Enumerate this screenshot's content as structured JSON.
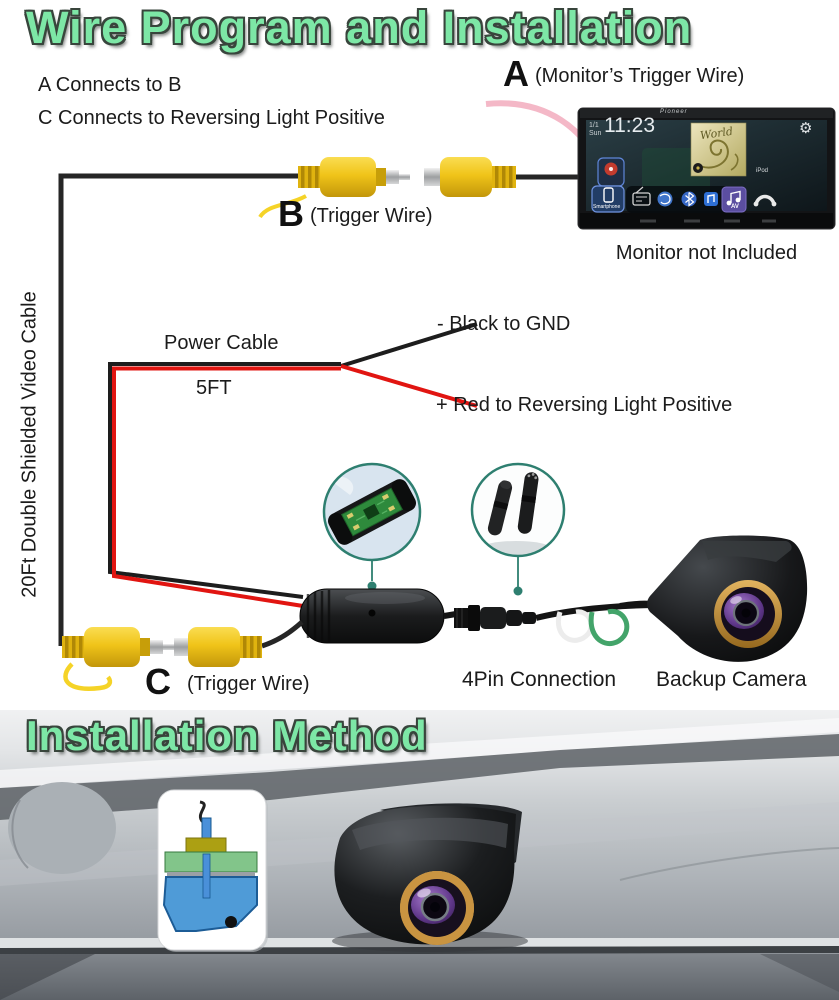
{
  "wiring": {
    "title": "Wire Program and Installation",
    "note_a": "A Connects to B",
    "note_c": "C Connects to Reversing Light Positive",
    "label_a_letter": "A",
    "label_a_text": "(Monitor’s Trigger Wire)",
    "label_b_letter": "B",
    "label_b_text": "(Trigger Wire)",
    "label_c_letter": "C",
    "label_c_text": "(Trigger Wire)",
    "video_cable": "20Ft Double Shielded Video Cable",
    "power_cable_line1": "Power Cable",
    "power_cable_line2": "5FT",
    "gnd_label": "- Black to GND",
    "reversing_label": "+ Red to Reversing Light Positive",
    "monitor_caption": "Monitor not Included",
    "fourpin_label": "4Pin Connection",
    "backup_camera_label": "Backup Camera"
  },
  "monitor_screen": {
    "brand": "Pioneer",
    "date_day": "1/1",
    "date_weekday": "Sun",
    "time": "11:23",
    "album_title": "World",
    "ipod_label": "iPod",
    "av_label": "AV",
    "smartphone_label": "Smartphone"
  },
  "install": {
    "title": "Installation Method"
  },
  "icons": {
    "gear_glyph": "⚙"
  },
  "colors": {
    "title_green": "#7de7a6",
    "wire_black": "#262626",
    "wire_red": "#e11511",
    "rca_yellow": "#f0c419",
    "trigger_yellow": "#f5d327",
    "pink_wire": "#f3b4c4",
    "callout_teal": "#2e7f70",
    "camera_gold": "#c08a3e"
  }
}
